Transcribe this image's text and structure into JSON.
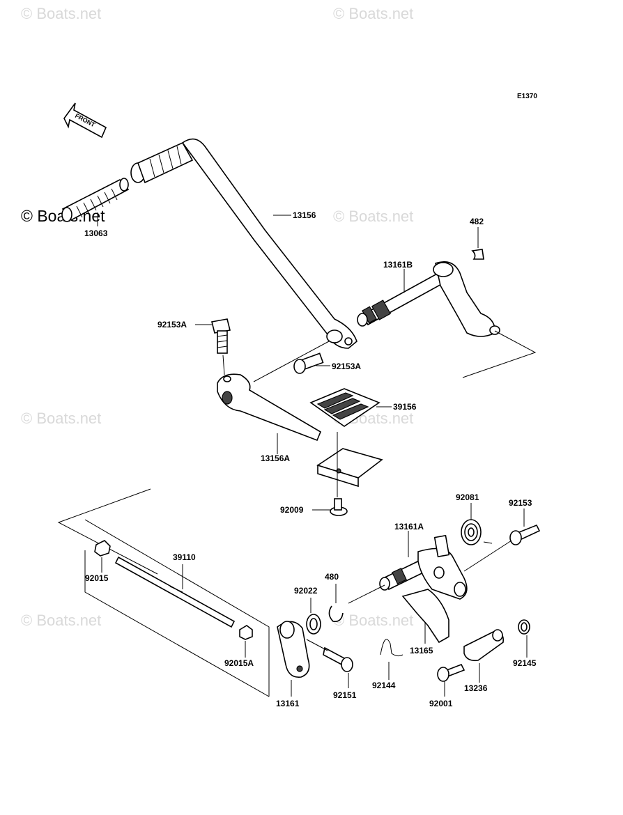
{
  "diagram_code": "E1370",
  "front_label": "FRONT",
  "watermarks": {
    "tl": "© Boats.net",
    "tc": "© Boats.net",
    "ml": "© Boats.net",
    "mc": "© Boats.net",
    "ll": "© Boats.net",
    "lc": "© Boats.net",
    "bl": "© Boats.net",
    "bc": "© Boats.net"
  },
  "parts": {
    "p13063": "13063",
    "p13156": "13156",
    "p482": "482",
    "p13161B": "13161B",
    "p92153A_1": "92153A",
    "p92153A_2": "92153A",
    "p39156": "39156",
    "p13156A": "13156A",
    "p92009": "92009",
    "p92081": "92081",
    "p92153": "92153",
    "p13161A": "13161A",
    "p39110": "39110",
    "p92015": "92015",
    "p480": "480",
    "p92022": "92022",
    "p13165": "13165",
    "p92015A": "92015A",
    "p92144": "92144",
    "p92145": "92145",
    "p13161": "13161",
    "p92151": "92151",
    "p92001": "92001",
    "p13236": "13236"
  }
}
